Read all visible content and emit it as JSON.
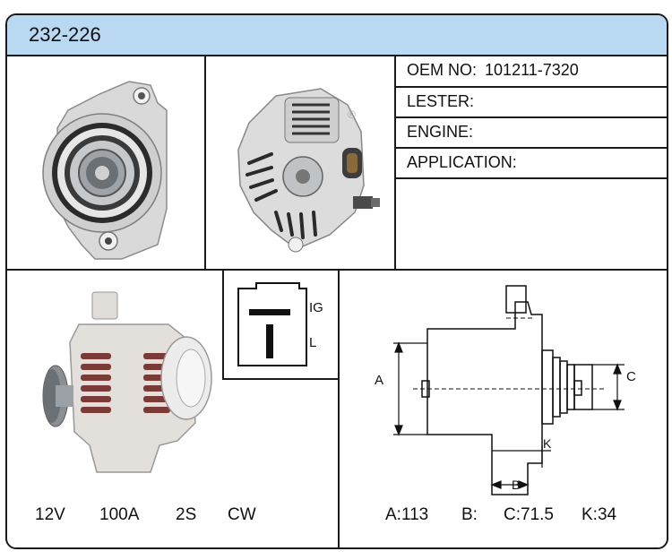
{
  "header": {
    "part_number": "232-226"
  },
  "specs": {
    "oem_label": "OEM NO:",
    "oem_value": "101211-7320",
    "lester_label": "LESTER:",
    "lester_value": "",
    "engine_label": "ENGINE:",
    "engine_value": "",
    "application_label": "APPLICATION:",
    "application_value": ""
  },
  "plug": {
    "terminal_top": "IG",
    "terminal_bottom": "L"
  },
  "electrical": {
    "voltage": "12V",
    "amperage": "100A",
    "pulley": "2S",
    "rotation": "CW"
  },
  "dimension_labels": {
    "a": "A",
    "b": "B",
    "c": "C",
    "k": "K"
  },
  "dimensions": {
    "a": "A:113",
    "b": "B:",
    "c": "C:71.5",
    "k": "K:34"
  },
  "colors": {
    "header_bg": "#b9d8f1",
    "line": "#1a1a1a"
  }
}
